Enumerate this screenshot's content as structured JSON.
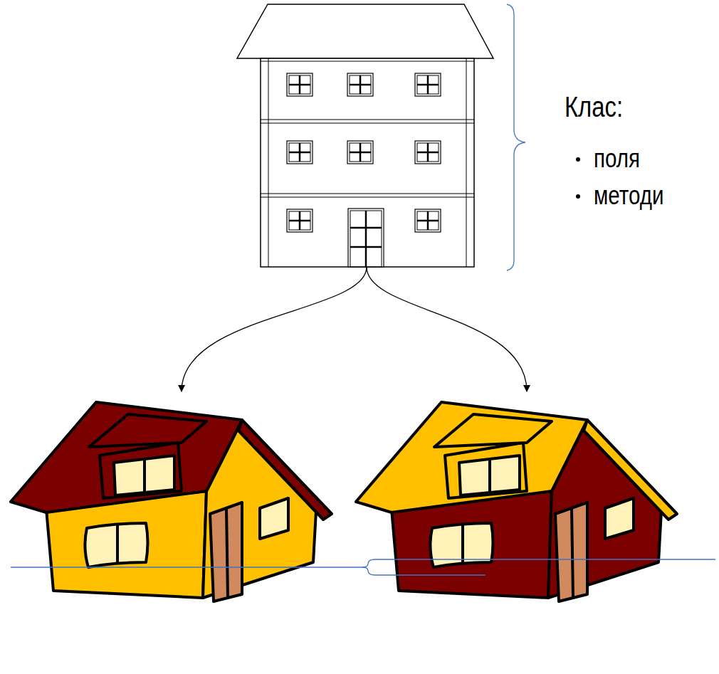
{
  "diagram": {
    "labels": [
      "Клас:",
      "поля",
      "методи"
    ]
  }
}
